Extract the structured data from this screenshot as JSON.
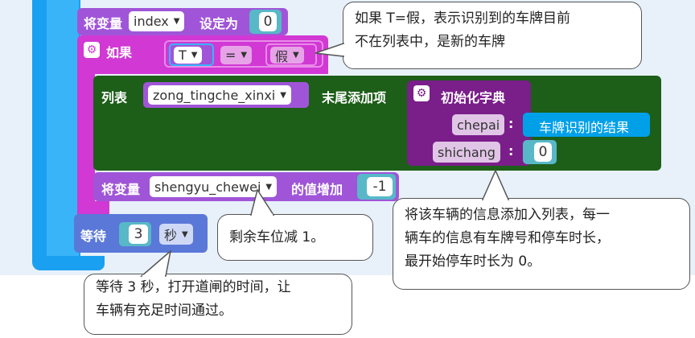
{
  "blocks": {
    "set_var_label": "将变量",
    "set_var_name": "index",
    "set_to_label": "设定为",
    "set_value": "0",
    "if_label": "如果",
    "cond_left": "T",
    "cond_op": "=",
    "cond_right": "假",
    "list_label": "列表",
    "list_name": "zong_tingche_xinxi",
    "append_label": "末尾添加项",
    "dict_label": "初始化字典",
    "key1": "chepai",
    "key1_value": "车牌识别的结果",
    "key2": "shichang",
    "key2_value": "0",
    "colon": ":",
    "inc_var_label": "将变量",
    "inc_var_name": "shengyu_chewei",
    "inc_label": "的值增加",
    "inc_value": "-1",
    "wait_label": "等待",
    "wait_value": "3",
    "wait_unit": "秒"
  },
  "annotations": {
    "a1_line1": "如果 T=假，表示识别到的车牌目前",
    "a1_line2": "不在列表中，是新的车牌",
    "a2": "剩余车位减 1。",
    "a3_line1": "将该车辆的信息添加入列表，每一",
    "a3_line2": "辆车的信息有车牌号和停车时长，",
    "a3_line3": "最开始停车时长为 0。",
    "a4_line1": "等待 3 秒，打开道闸的时间，让",
    "a4_line2": "车辆有充足时间通过。"
  },
  "colors": {
    "variables": "#a055d8",
    "logic": "#d138d4",
    "lists": "#1d5e18",
    "dict": "#7a1e8a",
    "text": "#00a0e9",
    "control": "#5a78d8",
    "math": "#58b8c8",
    "stack": "#19a0f0"
  }
}
